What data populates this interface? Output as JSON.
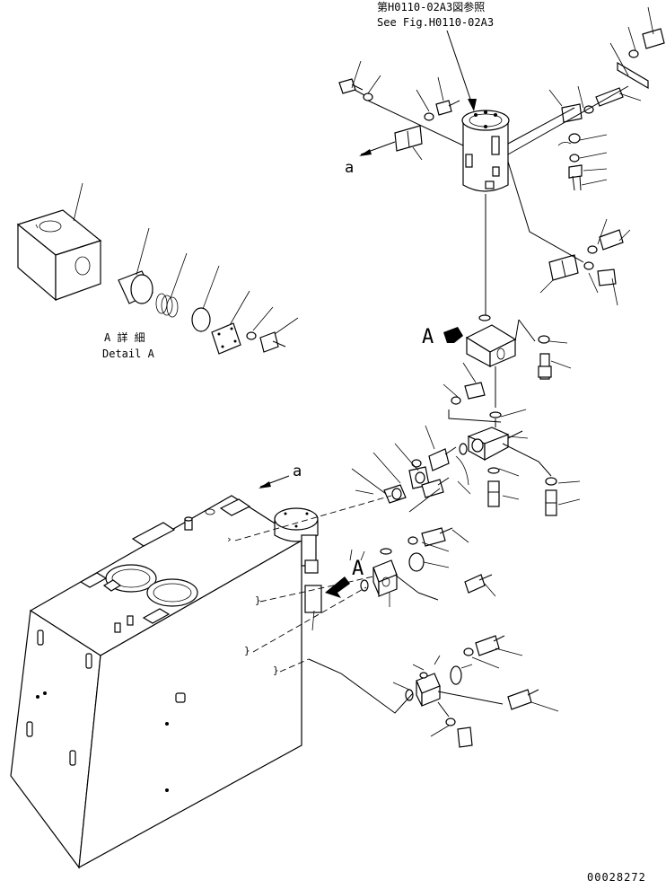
{
  "reference": {
    "line1": "第H0110-02A3図参照",
    "line2": "See Fig.H0110-02A3"
  },
  "detail": {
    "line1": "A 詳 細",
    "line2": "Detail A"
  },
  "labels": {
    "a_top": "a",
    "a_tank": "a",
    "A_valve": "A",
    "A_tank": "A"
  },
  "drawing_number": "00028272"
}
